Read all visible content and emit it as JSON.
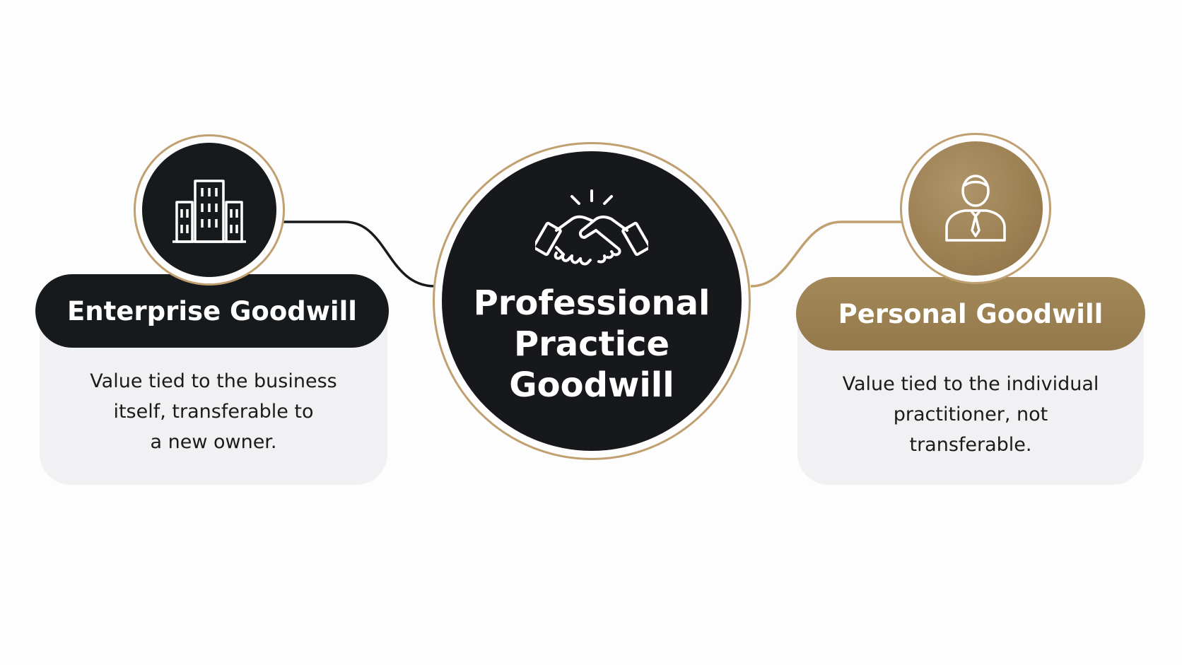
{
  "center": {
    "title_lines": [
      "Professional",
      "Practice",
      "Goodwill"
    ],
    "icon": "handshake-icon"
  },
  "left": {
    "title": "Enterprise Goodwill",
    "description_lines": [
      "Value tied to the business",
      "itself, transferable to",
      "a new owner."
    ],
    "icon": "building-icon"
  },
  "right": {
    "title": "Personal Goodwill",
    "description_lines": [
      "Value tied to the individual",
      "practitioner, not",
      "transferable."
    ],
    "icon": "person-icon"
  },
  "colors": {
    "dark": "#171a1d",
    "gold": "#9c8153",
    "ring": "#c0a070",
    "card": "#f1f1f3",
    "background": "#fdfdfd"
  }
}
